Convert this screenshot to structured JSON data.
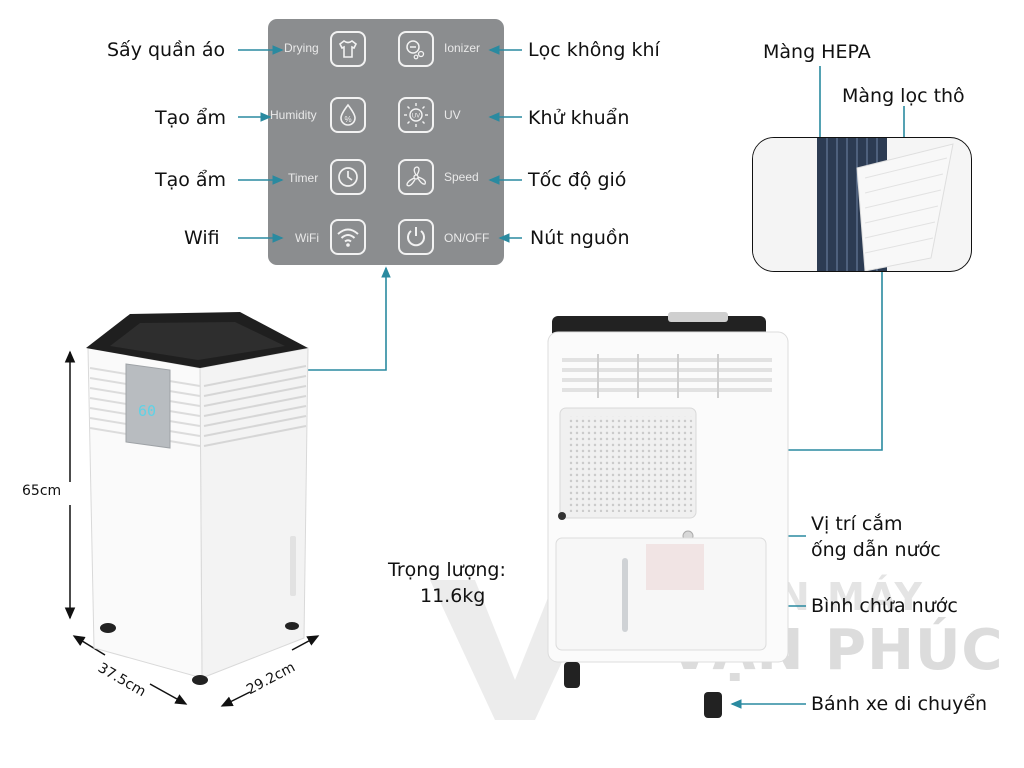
{
  "panel": {
    "drying": "Drying",
    "ionizer": "Ionizer",
    "humidity": "Humidity",
    "uv": "UV",
    "timer": "Timer",
    "speed": "Speed",
    "wifi": "WiFi",
    "onoff": "ON/OFF",
    "display": "60"
  },
  "labels": {
    "drying": "Sấy quần áo",
    "humidity": "Tạo ẩm",
    "timer": "Tạo ẩm",
    "wifi": "Wifi",
    "ionizer": "Lọc không khí",
    "uv": "Khử khuẩn",
    "speed": "Tốc độ gió",
    "power": "Nút nguồn",
    "hepa": "Màng HEPA",
    "coarse": "Màng lọc thô",
    "drain_1": "Vị trí cắm",
    "drain_2": "ống dẫn nước",
    "tank": "Bình chứa nước",
    "wheels": "Bánh xe di chuyển",
    "weight_1": "Trọng lượng:",
    "weight_2": "11.6kg"
  },
  "dimensions": {
    "height": "65cm",
    "width": "37.5cm",
    "depth": "29.2cm"
  },
  "watermark": {
    "line1": "ĐIỆN MÁY",
    "line2": "VẠN PHÚC"
  },
  "colors": {
    "callout": "#2a8aa0",
    "panel": "#8b8d8f"
  }
}
